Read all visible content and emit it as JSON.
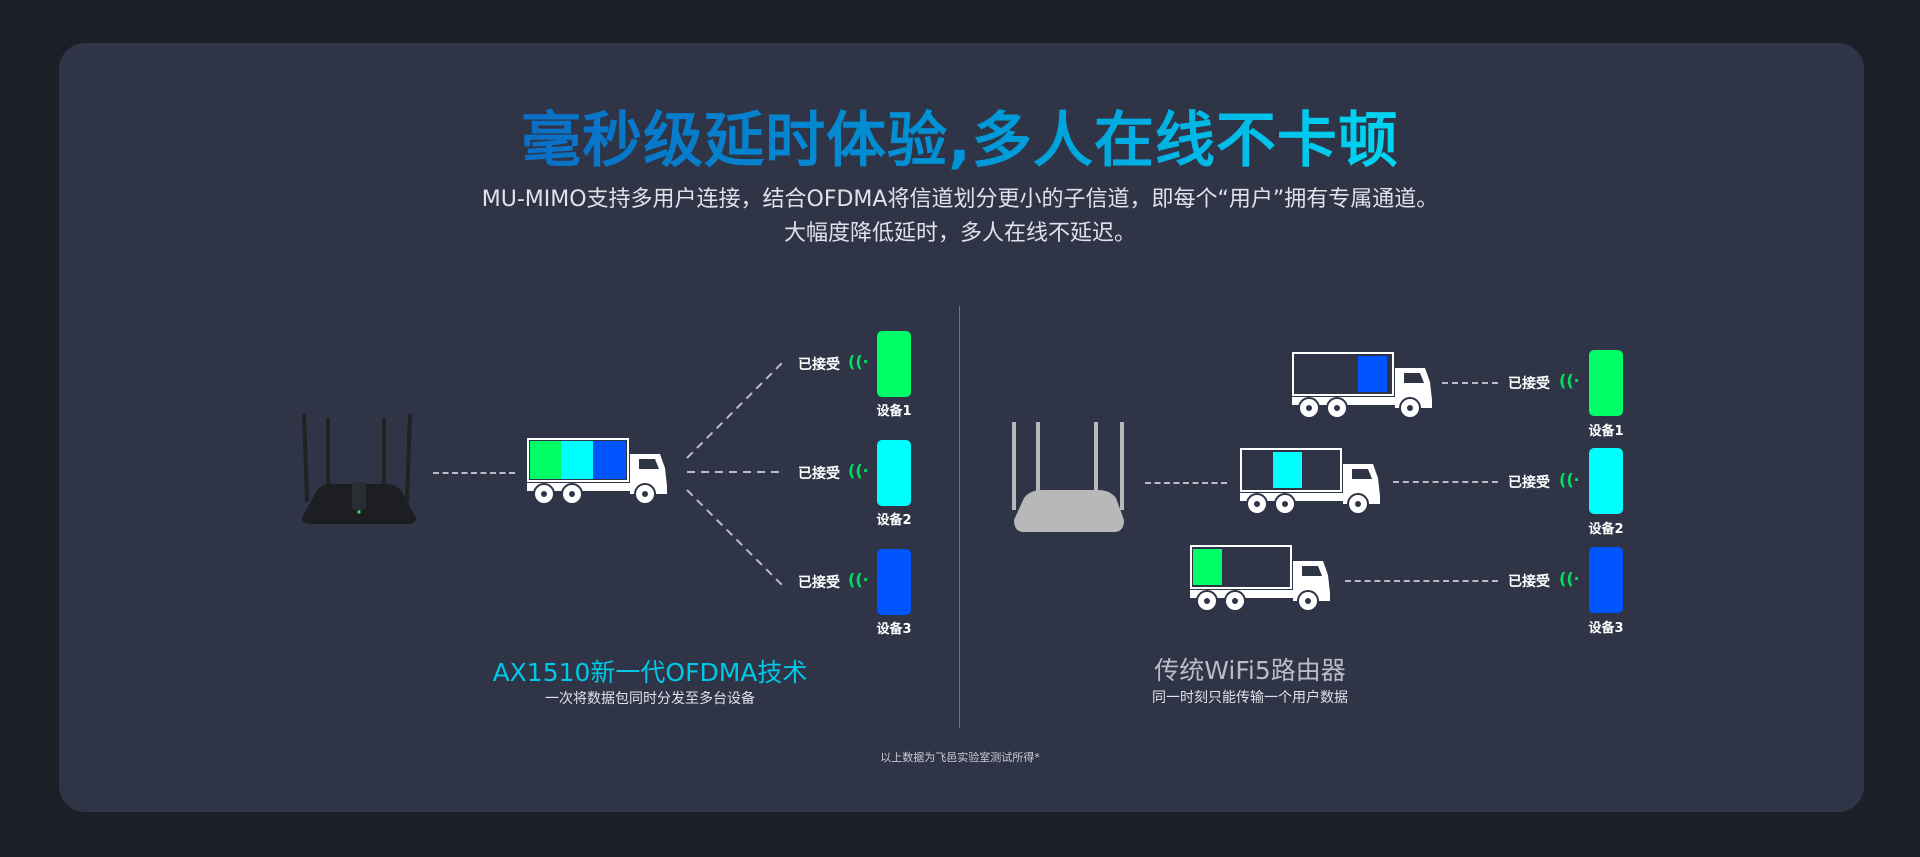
{
  "header": {
    "title": "毫秒级延时体验,多人在线不卡顿",
    "subtitle_line1": "MU-MIMO支持多用户连接，结合OFDMA将信道划分更小的子信道，即每个“用户”拥有专属通道。",
    "subtitle_line2": "大幅度降低延时，多人在线不延迟。"
  },
  "colors": {
    "device1": "#00ff66",
    "device2": "#00ffff",
    "device3": "#0055ff",
    "title_start": "#0a6fc6",
    "title_end": "#00d6f2",
    "ofdma_title": "#00c8e8",
    "wifi5_title": "#b9bcc4"
  },
  "left": {
    "title": "AX1510新一代OFDMA技术",
    "subtitle": "一次将数据包同时分发至多台设备",
    "devices": [
      {
        "status": "已接受",
        "label": "设备1"
      },
      {
        "status": "已接受",
        "label": "设备2"
      },
      {
        "status": "已接受",
        "label": "设备3"
      }
    ]
  },
  "right": {
    "title": "传统WiFi5路由器",
    "subtitle": "同一时刻只能传输一个用户数据",
    "devices": [
      {
        "status": "已接受",
        "label": "设备1"
      },
      {
        "status": "已接受",
        "label": "设备2"
      },
      {
        "status": "已接受",
        "label": "设备3"
      }
    ]
  },
  "footnote": "以上数据为飞邑实验室测试所得*"
}
